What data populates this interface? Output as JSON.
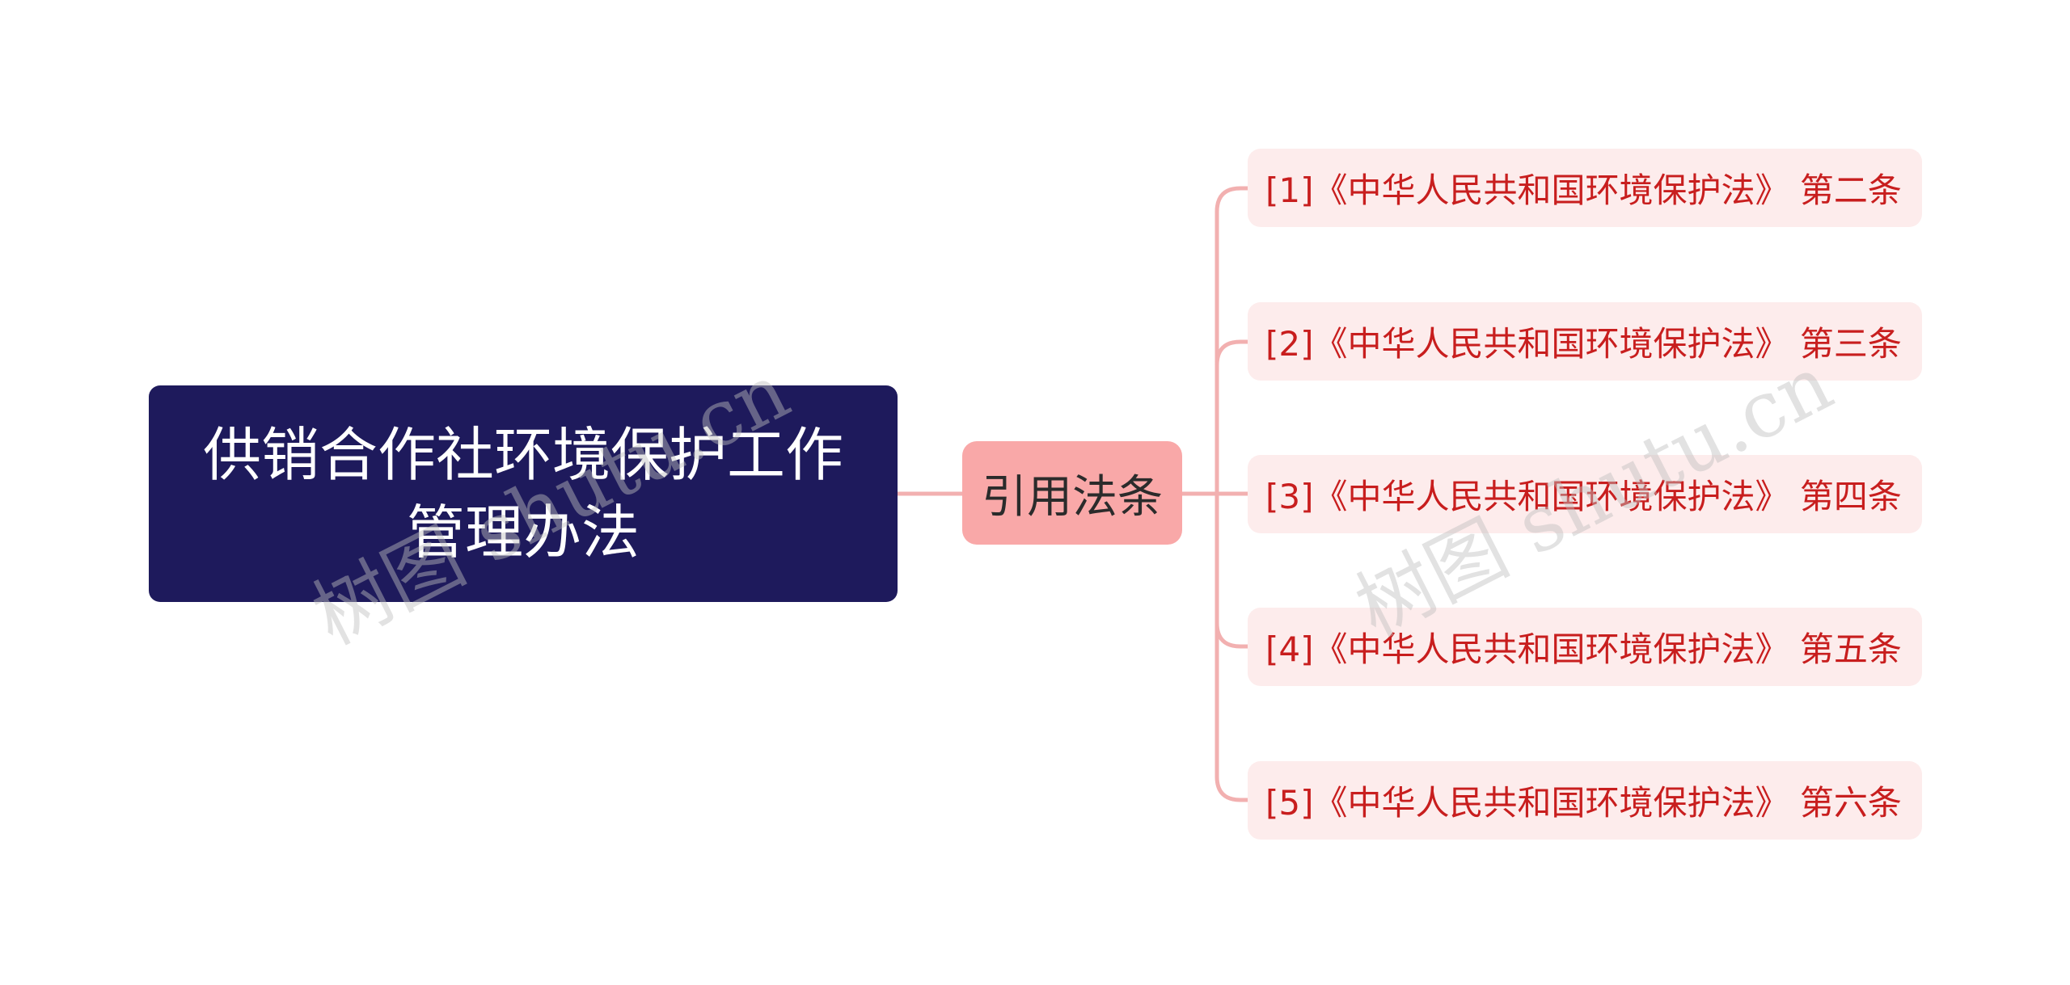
{
  "root": {
    "title": "供销合作社环境保护工作管理办法"
  },
  "branch": {
    "label": "引用法条"
  },
  "leaves": [
    {
      "label": "[1]《中华人民共和国环境保护法》 第二条"
    },
    {
      "label": "[2]《中华人民共和国环境保护法》 第三条"
    },
    {
      "label": "[3]《中华人民共和国环境保护法》 第四条"
    },
    {
      "label": "[4]《中华人民共和国环境保护法》 第五条"
    },
    {
      "label": "[5]《中华人民共和国环境保护法》 第六条"
    }
  ],
  "watermark": {
    "text": "树图 shutu.cn"
  },
  "colors": {
    "root_bg": "#1e1a5c",
    "branch_bg": "#f9a8a8",
    "leaf_bg": "#fdecec",
    "leaf_text": "#c81e1e",
    "connector": "#f2b0b0"
  }
}
